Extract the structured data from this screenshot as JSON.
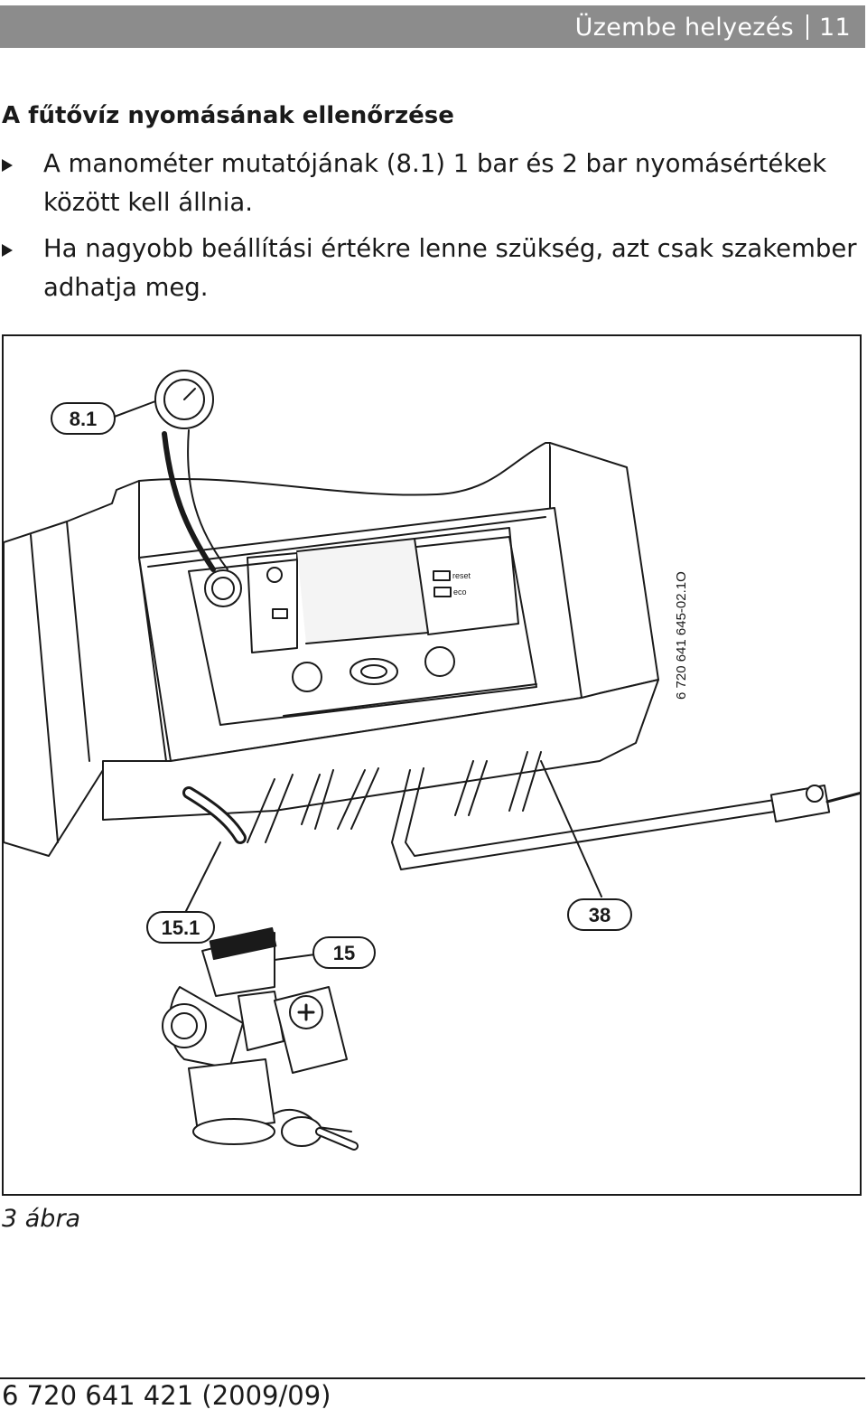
{
  "header": {
    "section": "Üzembe helyezés",
    "page_number": "11"
  },
  "section_title": "A fűtővíz nyomásának ellenőrzése",
  "bullets": [
    {
      "text": "A manométer mutatójának (8.1) 1 bar és 2 bar nyomásértékek között kell állnia."
    },
    {
      "text": "Ha nagyobb beállítási értékre lenne szükség, azt csak szakember adhatja meg."
    }
  ],
  "figure": {
    "callouts": {
      "manometer": "8.1",
      "drain_hose": "15.1",
      "valve": "15",
      "connection": "38"
    },
    "panel_labels": {
      "reset": "reset",
      "eco": "eco"
    },
    "image_id": "6 720 641 645-02.1O"
  },
  "caption": "3 ábra",
  "footer": {
    "doc_number": "6 720 641 421 (2009/09)"
  }
}
